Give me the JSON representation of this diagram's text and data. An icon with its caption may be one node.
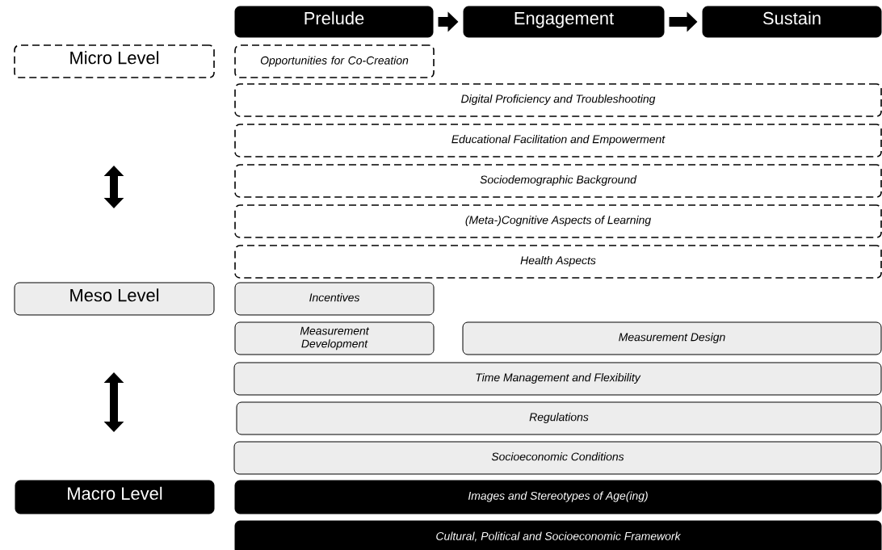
{
  "diagram": {
    "nodes": [
      {
        "text": [
          "Prelude"
        ]
      },
      {
        "text": [
          "Engagement"
        ]
      },
      {
        "text": [
          "Sustain"
        ]
      },
      {
        "text": [
          "Micro Level"
        ]
      },
      {
        "text": [
          "Opportunities for Co-Creation"
        ]
      },
      {
        "text": [
          "Digital Proficiency and Troubleshooting"
        ]
      },
      {
        "text": [
          "Educational Facilitation and Empowerment"
        ]
      },
      {
        "text": [
          "Sociodemographic Background"
        ]
      },
      {
        "text": [
          "(Meta-)Cognitive Aspects of Learning"
        ]
      },
      {
        "text": [
          "Health Aspects"
        ]
      },
      {
        "text": [
          "Meso Level"
        ]
      },
      {
        "text": [
          "Incentives"
        ]
      },
      {
        "text": [
          "Measurement Development"
        ]
      },
      {
        "text": [
          "Measurement Design"
        ]
      },
      {
        "text": [
          "Time Management and Flexibility"
        ]
      },
      {
        "text": [
          "Regulations"
        ]
      },
      {
        "text": [
          "Socioeconomic Conditions"
        ]
      },
      {
        "text": [
          "Macro Level"
        ]
      },
      {
        "text": [
          "Images and Stereotypes of Age(ing)"
        ]
      },
      {
        "text": [
          "Cultural, Political and Socioeconomic Framework"
        ]
      }
    ],
    "edges": [
      {
        "from": 0,
        "to": 1,
        "arrow": "to"
      },
      {
        "from": 1,
        "to": 2,
        "arrow": "to"
      }
    ]
  }
}
